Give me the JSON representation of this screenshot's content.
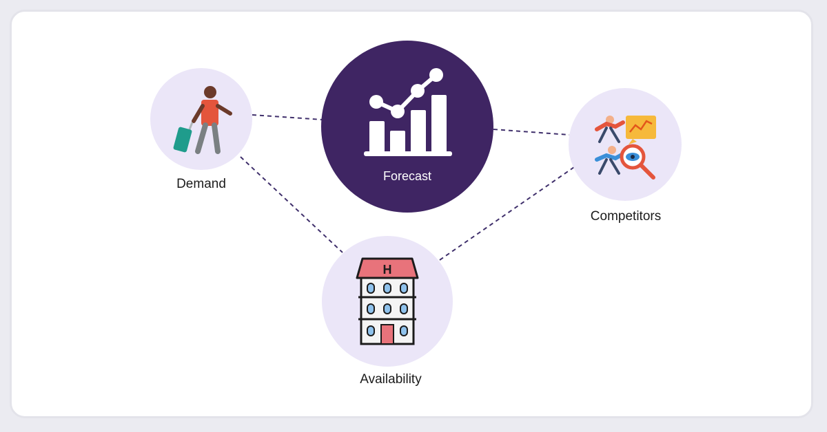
{
  "nodes": {
    "forecast": {
      "label": "Forecast",
      "icon": "bar-chart-trend-icon"
    },
    "demand": {
      "label": "Demand",
      "icon": "traveler-with-suitcase-icon"
    },
    "competitors": {
      "label": "Competitors",
      "icon": "competitor-analysis-icon"
    },
    "availability": {
      "label": "Availability",
      "icon": "hotel-building-icon"
    }
  },
  "colors": {
    "center_fill": "#3f2563",
    "node_fill": "#ebe6f8",
    "connector": "#3f2f6b"
  }
}
